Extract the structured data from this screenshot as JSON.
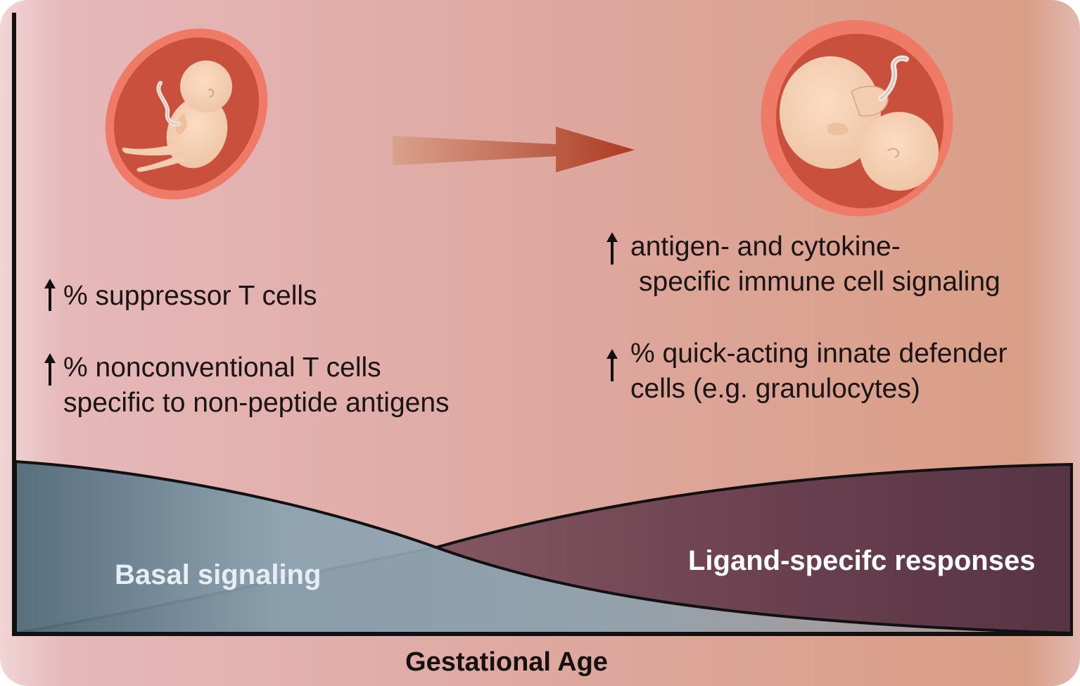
{
  "colors": {
    "background_left": "#e6b8ba",
    "background_right": "#d99e86",
    "basal_area": "#7f98a6",
    "ligand_area": "#5a3444",
    "trend_arrow": "#b94a2e",
    "axis": "#111111"
  },
  "icons": {
    "early_fetus": "early-fetus-in-uterus",
    "late_fetus": "late-fetus-in-uterus",
    "trend_arrow": "right-arrow",
    "increase_arrow": "up-arrow"
  },
  "early_features": [
    {
      "lines": [
        "% suppressor T cells"
      ]
    },
    {
      "lines": [
        "% nonconventional T cells",
        "specific to non-peptide antigens"
      ]
    }
  ],
  "late_features": [
    {
      "lines": [
        "antigen- and cytokine-",
        "specific immune cell signaling"
      ]
    },
    {
      "lines": [
        "% quick-acting innate defender",
        "cells (e.g. granulocytes)"
      ]
    }
  ],
  "areas": {
    "basal_label": "Basal signaling",
    "ligand_label": "Ligand-specifc responses"
  },
  "axis": {
    "x_title": "Gestational Age"
  }
}
